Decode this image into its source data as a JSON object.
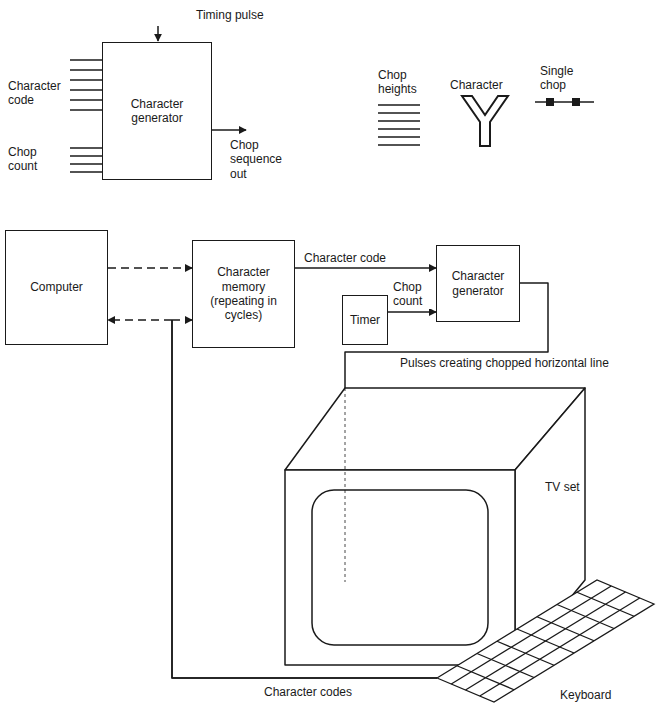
{
  "diagram": {
    "nodes": [
      {
        "text": [
          "Character generator"
        ]
      },
      {
        "text": [
          "Computer"
        ]
      },
      {
        "text": [
          "Character memory (repeating in cycles)"
        ]
      },
      {
        "text": [
          "Timer"
        ]
      },
      {
        "text": [
          "Character generator"
        ]
      },
      {
        "text": [
          "TV set"
        ]
      },
      {
        "text": [
          "Keyboard"
        ]
      }
    ],
    "edges": [
      {
        "from": 1,
        "to": 2,
        "arrow": "to"
      },
      {
        "from": 2,
        "to": 4,
        "label": "Character code",
        "arrow": "to"
      },
      {
        "from": 3,
        "to": 4,
        "label": "Chop count",
        "arrow": "to"
      },
      {
        "from": 4,
        "to": 5,
        "label": "Pulses creating chopped horizontal line",
        "arrow": "none"
      },
      {
        "from": 6,
        "to": 1,
        "label": "Character codes",
        "arrow": "to"
      },
      {
        "from": 6,
        "to": 2,
        "arrow": "to"
      }
    ],
    "labels": [
      "Timing pulse",
      "Character code",
      "Chop count",
      "Chop sequence out",
      "Chop heights",
      "Character",
      "Single chop"
    ]
  }
}
